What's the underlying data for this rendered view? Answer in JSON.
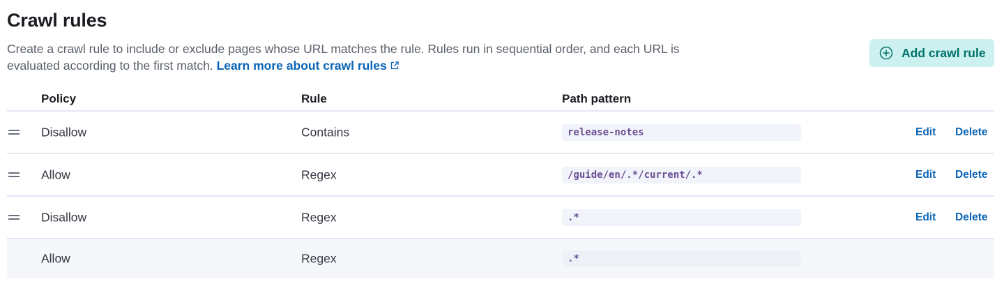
{
  "header": {
    "title": "Crawl rules",
    "description": "Create a crawl rule to include or exclude pages whose URL matches the rule. Rules run in sequential order, and each URL is evaluated according to the first match.",
    "learn_more_link": "Learn more about crawl rules",
    "learn_more_icon": "external-link-icon"
  },
  "add_button": {
    "label": "Add crawl rule",
    "icon": "plus-in-circle-icon"
  },
  "table": {
    "columns": [
      "Policy",
      "Rule",
      "Path pattern"
    ],
    "rows": [
      {
        "policy": "Disallow",
        "rule": "Contains",
        "path_pattern": "release-notes",
        "draggable": true,
        "actions": [
          "Edit",
          "Delete"
        ]
      },
      {
        "policy": "Allow",
        "rule": "Regex",
        "path_pattern": "/guide/en/.*/current/.*",
        "draggable": true,
        "actions": [
          "Edit",
          "Delete"
        ]
      },
      {
        "policy": "Disallow",
        "rule": "Regex",
        "path_pattern": ".*",
        "draggable": true,
        "actions": [
          "Edit",
          "Delete"
        ]
      },
      {
        "policy": "Allow",
        "rule": "Regex",
        "path_pattern": ".*",
        "draggable": false,
        "actions": []
      }
    ]
  },
  "colors": {
    "accent_link": "#0b64b4",
    "button_bg": "#cdf1f0",
    "button_text": "#00726b",
    "code_text": "#6b4e93"
  }
}
